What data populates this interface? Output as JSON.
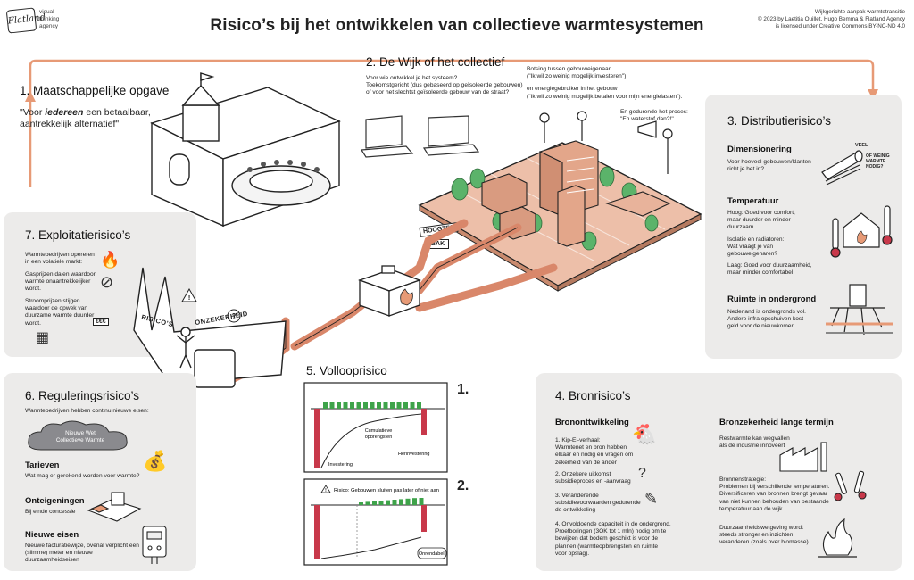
{
  "header": {
    "title": "Risico’s bij het ontwikkelen van collectieve warmtesystemen",
    "logo_mark": "Flatland",
    "logo_lines": [
      "visual",
      "thinking",
      "agency"
    ],
    "credit_lines": [
      "Wijkgerichte aanpak warmtetransitie",
      "© 2023 by Laetitia Ouillet, Hugo Bemma & Flatland Agency",
      "is licensed under Creative Commons BY-NC-ND 4.0"
    ]
  },
  "section1": {
    "title": "1. Maatschappelijke opgave",
    "quote_pre": "\"Voor ",
    "quote_em": "iedereen",
    "quote_post": " een betaalbaar, aantrekkelijk alternatief\""
  },
  "section2": {
    "title": "2. De Wijk of het collectief",
    "questions": [
      "Voor wie ontwikkel je het systeem?",
      "Toekomstgericht (dus gebaseerd op geïsoleerde gebouwen)",
      "of voor het slechtst geïsoleerde gebouw van de straat?"
    ],
    "conflict": [
      "Botsing tussen gebouweigenaar",
      "(\"Ik wil zo weinig mogelijk investeren\")",
      "",
      "en energiegebruiker in het gebouw",
      "(\"Ik wil zo weinig mogelijk betalen voor mijn energielasten\")."
    ],
    "process": [
      "En gedurende het proces:",
      "\"En waterstof dan?!\""
    ],
    "sign1": "HOOGTE?",
    "sign2": "BAK"
  },
  "section3": {
    "title": "3. Distributierisico’s",
    "dim_title": "Dimensionering",
    "dim_text": [
      "Voor hoeveel gebouwen/klanten",
      "richt je het in?"
    ],
    "dim_note1": "VEEL",
    "dim_note2": "OF WEINIG WARMTE NODIG?",
    "temp_title": "Temperatuur",
    "temp_lines": [
      "Hoog: Goed voor comfort,",
      "maar duurder en minder",
      "duurzaam",
      "",
      "Isolatie en radiatoren:",
      "Wat vraagt je van",
      "gebouweigenaren?",
      "",
      "Laag: Goed voor duurzaamheid,",
      "maar minder comfortabel"
    ],
    "ground_title": "Ruimte in ondergrond",
    "ground_text": [
      "Nederland is ondergronds vol.",
      "Andere infra opschuiven kost",
      "geld voor de nieuwkomer"
    ]
  },
  "section4": {
    "title": "4. Bronrisico’s",
    "dev_title": "Brononttwikkeling",
    "items": [
      [
        "1. Kip-Ei-verhaal:",
        "Warmtenet en bron hebben",
        "elkaar en nodig en vragen om",
        "zekerheid van de ander"
      ],
      [
        "2. Onzekere uitkomst",
        "subsidieproces en -aanvraag"
      ],
      [
        "3. Veranderende",
        "subsidievoorwaarden gedurende",
        "de ontwikkeling"
      ],
      [
        "4. Onvoldoende capaciteit in de ondergrond.",
        "Proefboringen (3OK tot 1 mln) nodig om te",
        "bewijzen dat bodem geschikt is voor de",
        "plannen (warmteopbrengsten en ruimte",
        "voor opslag)."
      ]
    ],
    "cert_title": "Bronzekerheid lange termijn",
    "cert1": [
      "Restwarmte kan wegvallen",
      "als de industrie innoveert"
    ],
    "cert2": [
      "Bronnenstrategie:",
      "Problemen bij verschillende temperaturen.",
      "Diversificeren van bronnen brengt gevaar",
      "van niet kunnen behouden van bestaande",
      "temperatuur aan de wijk."
    ],
    "cert3": [
      "Duurzaamheidswetgeving wordt",
      "steeds stronger en inzichten",
      "veranderen (zoals over biomasse)"
    ]
  },
  "section5": {
    "title": "5. Vollooprisico",
    "chart1_num": "1.",
    "chart1_curve_label": [
      "Cumulatieve",
      "opbrengsten"
    ],
    "chart1_invest": "Investering",
    "chart1_reinvest": "Herinvestering",
    "chart2_num": "2.",
    "chart2_warning": "Risico: Gebouwen sluiten pas later of niet aan",
    "chart2_bubble": "Onrendabel!"
  },
  "section6": {
    "title": "6. Reguleringsrisico’s",
    "intro": "Warmtebedrijven hebben continu nieuwe eisen:",
    "cloud_text": [
      "Nieuwe Wet",
      "Collectieve Warmte"
    ],
    "tariff_title": "Tarieven",
    "tariff_text": "Wat mag er gerekend worden voor warmte?",
    "expro_title": "Onteigeningen",
    "expro_text": "Bij einde concessie",
    "req_title": "Nieuwe eisen",
    "req_text": [
      "Nieuwe facturatiewijze, ovenal verplicht een",
      "(slimme) meter en nieuwe",
      "duurzaamheidseisen"
    ]
  },
  "section7": {
    "title": "7. Exploitatierisico’s",
    "intro": [
      "Warmtebedrijven opereren",
      "in een volatiele markt:"
    ],
    "item1": [
      "Gasprijzen dalen waardoor",
      "warmte onaantrekkelijker",
      "wordt."
    ],
    "item2": [
      "Stroomprijzen stijgen",
      "waardoor de opwek van",
      "duurzame warmte duurder",
      "wordt."
    ],
    "banner_left": "RISICO'S",
    "banner_right": "ONZEKERHEID",
    "euro_note": "€€€"
  },
  "colors": {
    "accent": "#e79a76",
    "pipe": "#d9876a",
    "panel": "#ecebea",
    "bar_red": "#c8384a",
    "bar_green": "#3ea34a"
  }
}
